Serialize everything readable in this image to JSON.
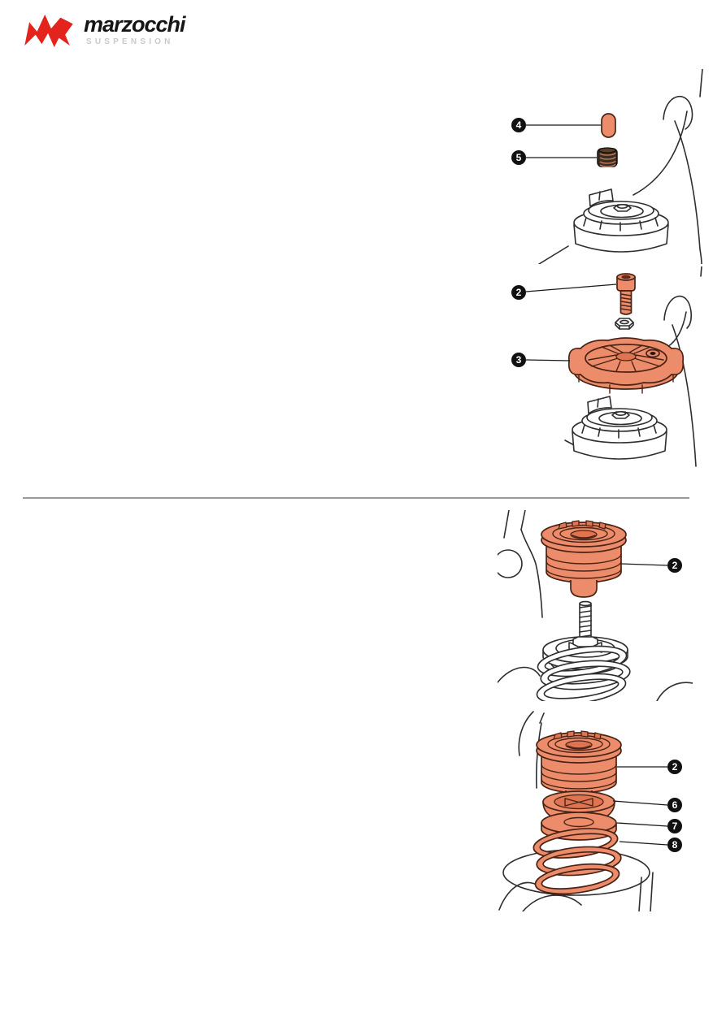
{
  "page": {
    "type": "technical-manual-page",
    "background": "#ffffff"
  },
  "logo": {
    "brand": "marzocchi",
    "subtitle": "SUSPENSION",
    "mark_color": "#e3231c",
    "brand_color": "#151515",
    "subtitle_color": "#c9c9c9"
  },
  "divider": {
    "color": "#9a9a9a"
  },
  "palette": {
    "part_fill": "#EC8C6A",
    "part_fill_dark": "#de7450",
    "part_outline": "#4a2316",
    "line_art": "#2e2e2e",
    "callout_fill": "#111111",
    "callout_text": "#ffffff"
  },
  "figures": [
    {
      "id": "fig-pin-spring",
      "description": "detent pin and small spring above fork cam cap",
      "callouts": [
        {
          "n": "4"
        },
        {
          "n": "5"
        }
      ]
    },
    {
      "id": "fig-screw-knob",
      "description": "screw, nut and orange adjuster knob above fork cam cap",
      "callouts": [
        {
          "n": "2"
        },
        {
          "n": "3"
        }
      ]
    },
    {
      "id": "fig-cap-assembly",
      "description": "orange cartridge cap above adjuster rod, seat and coil spring",
      "callouts": [
        {
          "n": "2"
        }
      ]
    },
    {
      "id": "fig-cap-exploded",
      "description": "orange cartridge cap with cone, washer and spring exploded",
      "callouts": [
        {
          "n": "2"
        },
        {
          "n": "6"
        },
        {
          "n": "7"
        },
        {
          "n": "8"
        }
      ]
    }
  ]
}
